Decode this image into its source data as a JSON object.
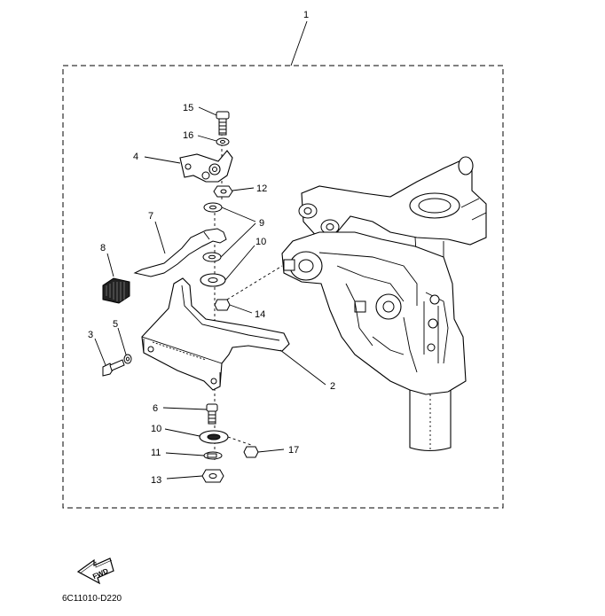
{
  "assembly": {
    "callout": "1"
  },
  "callouts": {
    "c2": "2",
    "c3": "3",
    "c4": "4",
    "c5": "5",
    "c6": "6",
    "c7": "7",
    "c8": "8",
    "c9": "9",
    "c10a": "10",
    "c10b": "10",
    "c11": "11",
    "c12": "12",
    "c13": "13",
    "c14": "14",
    "c15": "15",
    "c16": "16",
    "c17": "17"
  },
  "fwd_label": "FWD",
  "diagram_code": "6C11010-D220"
}
